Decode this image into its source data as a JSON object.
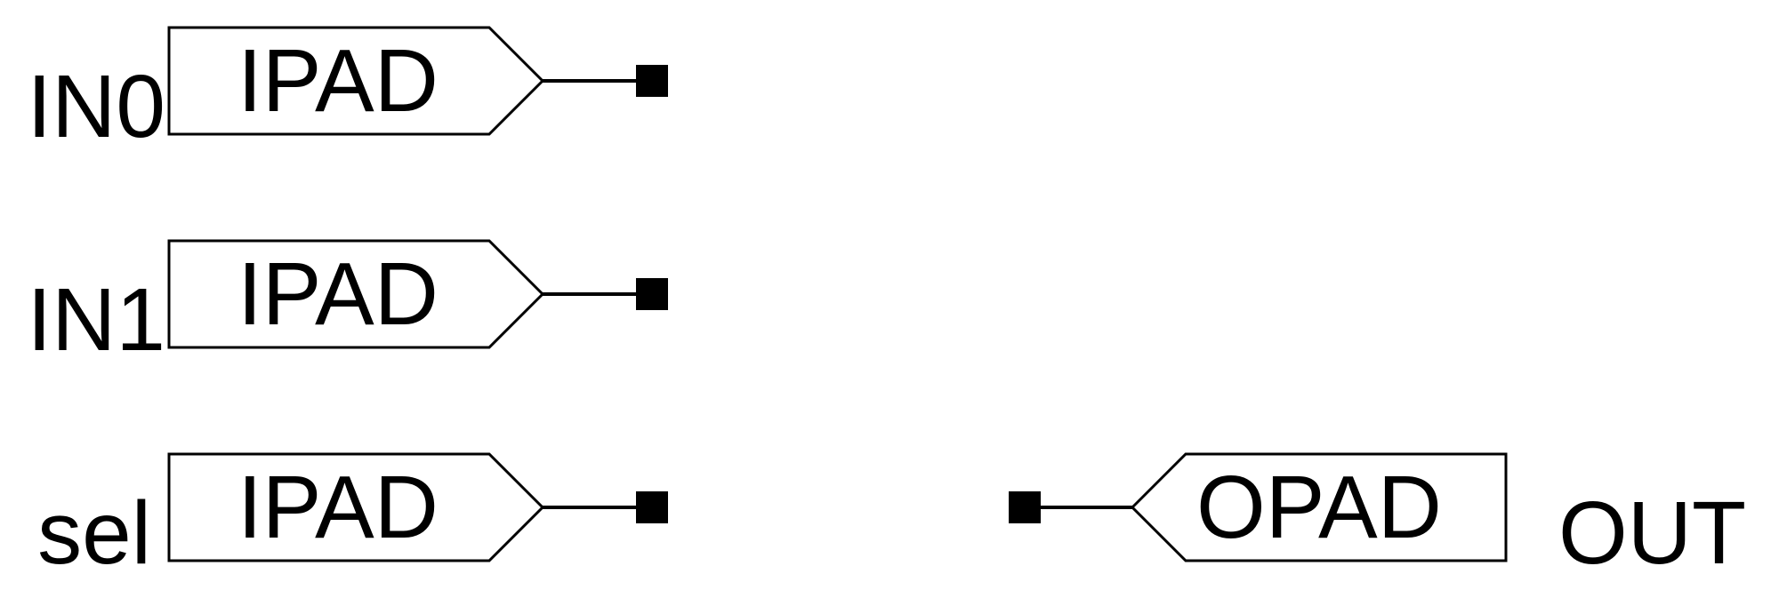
{
  "diagram": {
    "input_pads": [
      {
        "net_label": "IN0",
        "pad_label": "IPAD"
      },
      {
        "net_label": "IN1",
        "pad_label": "IPAD"
      },
      {
        "net_label": "sel",
        "pad_label": "IPAD"
      }
    ],
    "output_pads": [
      {
        "net_label": "OUT",
        "pad_label": "OPAD"
      }
    ]
  },
  "colors": {
    "stroke": "#000000",
    "background": "#ffffff"
  }
}
